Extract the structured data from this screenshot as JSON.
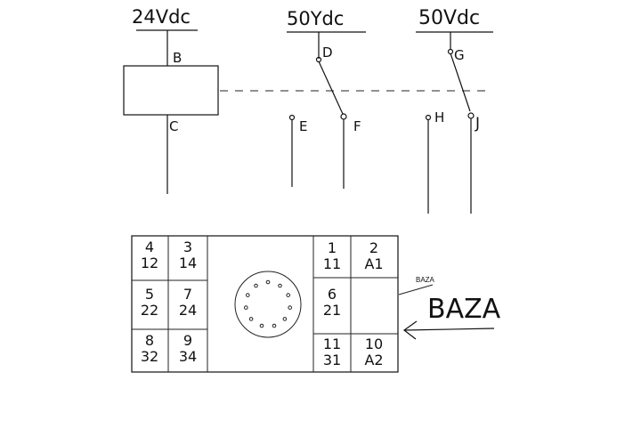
{
  "supplies": {
    "relay_coil": "24Vdc",
    "contact_1": "50Ydc",
    "contact_2": "50Vdc"
  },
  "nodes": {
    "b": "B",
    "c": "C",
    "d": "D",
    "e": "E",
    "f": "F",
    "g": "G",
    "h": "H",
    "j": "J"
  },
  "base_table": {
    "left_cells": [
      [
        "4 12",
        "3 14"
      ],
      [
        "5 22",
        "7 24"
      ],
      [
        "8 32",
        "9 34"
      ]
    ],
    "right_cells": [
      [
        "1 11",
        "2 A1"
      ],
      [
        "6 21",
        ""
      ],
      [
        "11 31",
        "10 A2"
      ]
    ]
  },
  "callouts": {
    "small_label": "BAZA",
    "large_label": "BAZA"
  }
}
